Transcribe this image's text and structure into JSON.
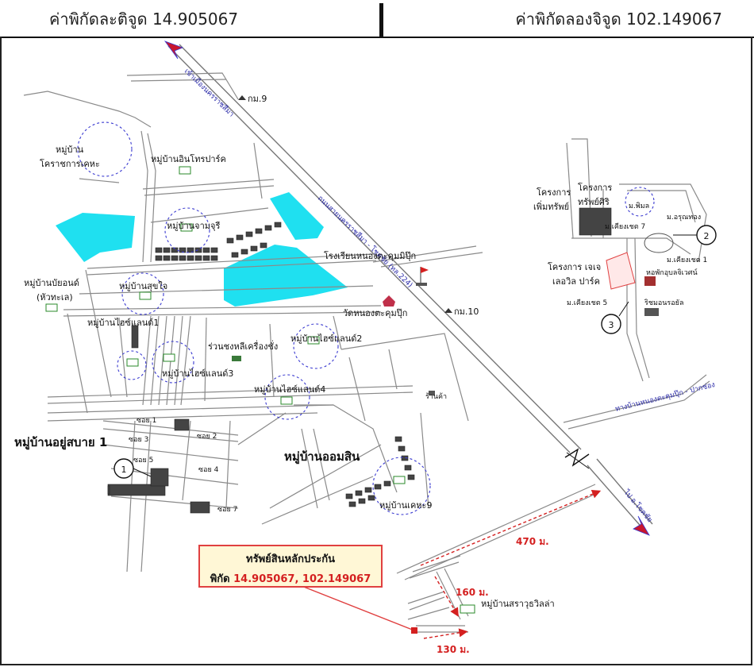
{
  "header": {
    "latitude": "ค่าพิกัดละติจูด 14.905067",
    "longitude": "ค่าพิกัดลองจิจูด 102.149067"
  },
  "callout": {
    "title": "ทรัพย์สินหลักประกัน",
    "coord_label": "พิกัด",
    "coord_value": "14.905067, 102.149067"
  },
  "highway": {
    "to_korat": "เข้าเมืองนครราชสีมา",
    "road_name": "ถนนสายนครราชสีมา - โชคชัย (ทล.224)",
    "to_chokchai": "ไป อ.โชคชัย",
    "km9": "กม.9",
    "km10": "กม.10"
  },
  "places": {
    "korat_kheha_1": "หมู่บ้าน",
    "korat_kheha_2": "โคราชการเคหะ",
    "inthorn_park": "หมู่บ้านอินโทรปาร์ค",
    "jamjuri": "หมู่บ้านจามจุรี",
    "baiyon_1": "หมู่บ้านบัยอนด์",
    "baiyon_2": "(หัวทะเล)",
    "sukjai": "หมู่บ้านสุขใจ",
    "highland1": "หมู่บ้านไฮซ์แลนด์1",
    "highland2": "หมู่บ้านไฮซ์แลนด์2",
    "highland3": "หมู่บ้านไฮซ์แลนด์3",
    "highland4": "หมู่บ้านไฮซ์แลนด์4",
    "lathe_shop": "ร่วนชงหลีเครื่องชั่ง",
    "school": "โรงเรียนหนองตะคุมมิปุ๊ก",
    "temple": "วัดหนองตะคุมปุ๊ก",
    "shop": "ร้านค้า",
    "yusabai": "หมู่บ้านอยู่สบาย 1",
    "omsin": "หมู่บ้านออมสิน",
    "kheha9": "หมู่บ้านเคหะ9",
    "sarawut": "หมู่บ้านสราวุธวิลล่า"
  },
  "sois": {
    "soi1": "ซอย 1",
    "soi2": "ซอย 2",
    "soi3": "ซอย 3",
    "soi4": "ซอย 4",
    "soi5": "ซอย 5",
    "soi7": "ซอย 7"
  },
  "inset": {
    "project1_1": "โครงการ",
    "project1_2": "เพิ่มทรัพย์",
    "project2_1": "โครงการ",
    "project2_2": "ทรัพย์ศิริ",
    "m_phimon": "ม.พิมล",
    "m_arunthong": "ม.อรุณทอง",
    "m_kiangchet7": "ม.เคียงเชต 7",
    "m_kiangchet1": "ม.เคียงเชต 1",
    "dorm": "หอพักอุบลจิเวศน์",
    "project3_1": "โครงการ เจเจ",
    "project3_2": "เลอวิล ปาร์ค",
    "m_kiangchet5": "ม.เคียงเชต 5",
    "resort": "ริชมอนรอยัล",
    "road_label": "ทางบ้านหนองตะคุมปุ๊ก - ปากช่อง",
    "mark2": "2",
    "mark3": "3"
  },
  "mark1": "1",
  "distances": {
    "d470": "470 ม.",
    "d160": "160 ม.",
    "d130": "130 ม."
  },
  "colors": {
    "pond": "#1fe0f0",
    "callout_border": "#e04040",
    "callout_bg": "#fff7d6",
    "distance_red": "#d42020",
    "highway_arrow": "#c8162e"
  }
}
